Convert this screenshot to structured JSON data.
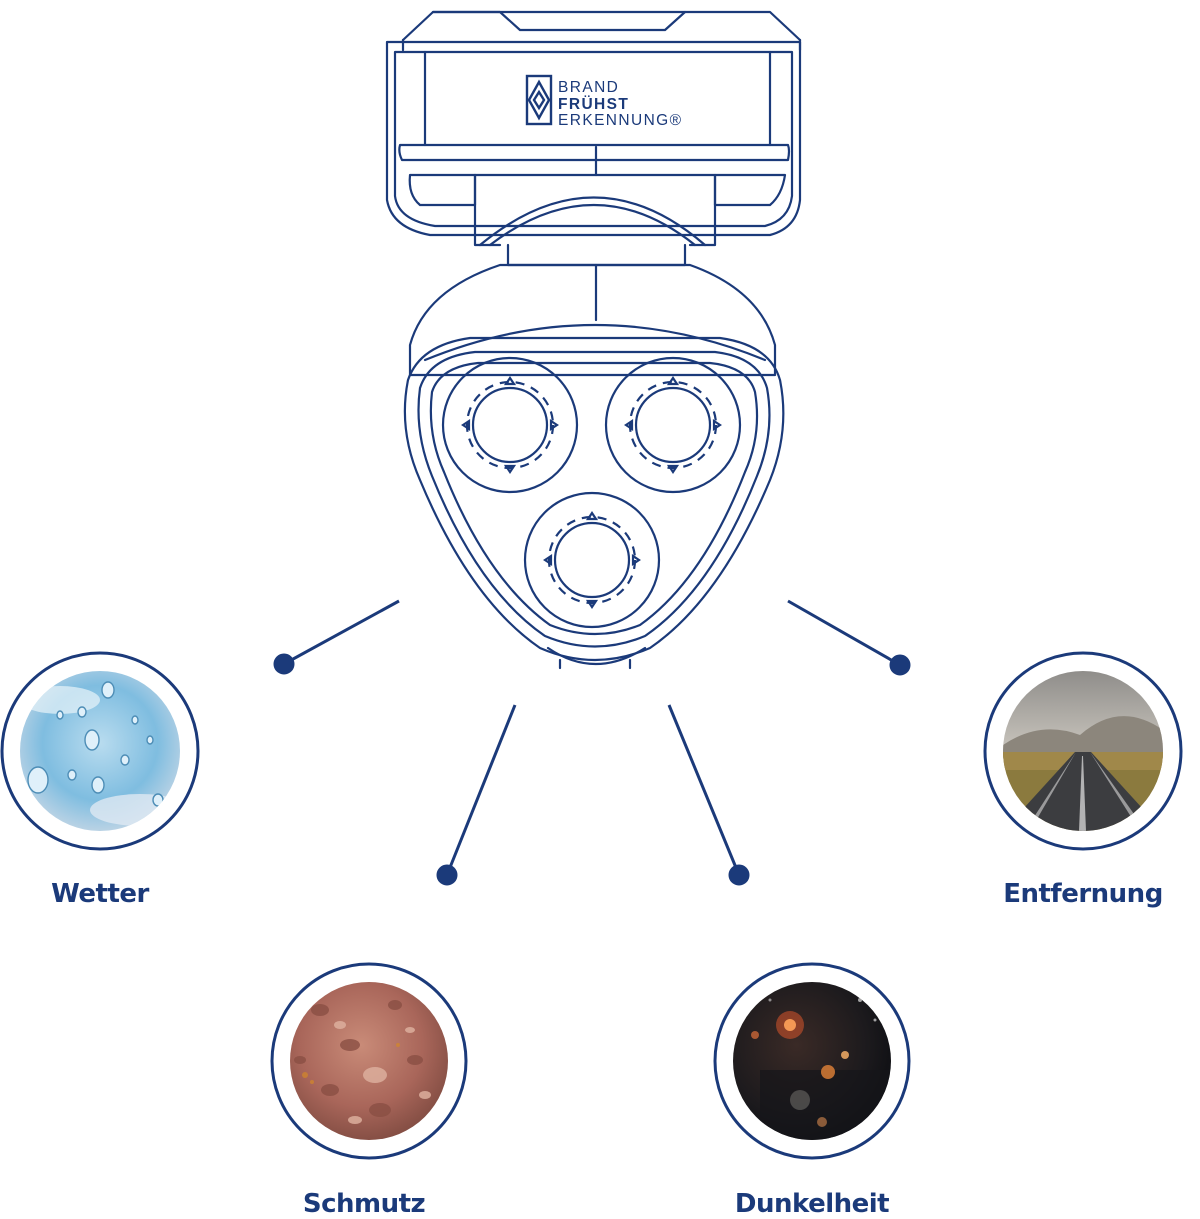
{
  "colors": {
    "navy": "#1b3a7a",
    "background": "#ffffff"
  },
  "logo": {
    "line1": "BRAND",
    "line2": "FRÜHST",
    "line3": "ERKENNUNG®",
    "icon": "brand-diamond-logo-icon"
  },
  "device": {
    "icon": "multi-sensor-flame-detector-illustration"
  },
  "factors": [
    {
      "label": "Wetter",
      "icon": "water-droplets-photo"
    },
    {
      "label": "Schmutz",
      "icon": "dirt-soil-photo"
    },
    {
      "label": "Dunkelheit",
      "icon": "night-lights-photo"
    },
    {
      "label": "Entfernung",
      "icon": "long-road-photo"
    }
  ]
}
